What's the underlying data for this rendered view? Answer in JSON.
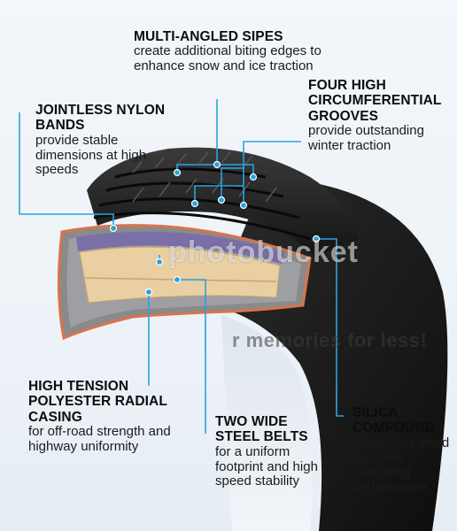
{
  "colors": {
    "leader_line": "#2aa3e0",
    "tire_dark": "#1c1c1c",
    "belt_fill": "#e9cfa1",
    "casing_edge": "#d9744a"
  },
  "callouts": {
    "sipes": {
      "title": "MULTI-ANGLED SIPES",
      "description": "create additional biting edges to enhance snow and ice traction"
    },
    "nylon": {
      "title": "JOINTLESS NYLON BANDS",
      "description": "provide stable dimensions at high speeds"
    },
    "grooves": {
      "title": "FOUR HIGH CIRCUMFERENTIAL GROOVES",
      "description": "provide outstanding winter traction"
    },
    "casing": {
      "title": "HIGH TENSION POLYESTER RADIAL CASING",
      "description": "for off-road strength and highway uniformity"
    },
    "belts": {
      "title": "TWO WIDE STEEL BELTS",
      "description": "for a uniform footprint and high speed stability"
    },
    "silica": {
      "title": "SILICA COMPOUND",
      "description": "maximizes tread life while improving performance"
    }
  },
  "watermark": {
    "top": "photobucket",
    "bottom": "r memories for less!"
  }
}
